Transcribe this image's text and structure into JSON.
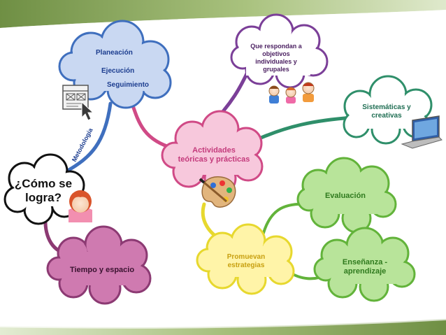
{
  "palette": {
    "frame_green": "#86a35a",
    "frame_light": "#c9d9ad",
    "cloud_blue": "#c9d8f2",
    "cloud_blue_stroke": "#3f6fbe",
    "cloud_purple_stroke": "#7b3f98",
    "cloud_teal_stroke": "#2f8f6a",
    "cloud_pink": "#f7c8dc",
    "cloud_pink_stroke": "#d04a86",
    "cloud_yellow": "#fff4a8",
    "cloud_yellow_stroke": "#e7d82e",
    "cloud_green": "#b8e49a",
    "cloud_green_stroke": "#62b33a",
    "cloud_magenta": "#cf7ab0",
    "cloud_magenta_stroke": "#8c3a73",
    "text_blue": "#1c3d8f",
    "text_pink": "#c43b7c",
    "text_green": "#2f7a1e",
    "text_olive": "#c8a010",
    "text_teal": "#1f6e53",
    "text_purple": "#4a1f60"
  },
  "nodes": {
    "center": [
      "Actividades",
      "teóricas y prácticas"
    ],
    "como": [
      "¿Cómo se",
      "logra?"
    ],
    "planeacion": "Planeación",
    "ejecucion": "Ejecución",
    "seguimiento": "Seguimiento",
    "metodologia": "Metodología",
    "objetivos": [
      "Que respondan a",
      "objetivos",
      "individuales y",
      "grupales"
    ],
    "sistematicas": [
      "Sistemáticas y",
      "creativas"
    ],
    "evaluacion": "Evaluación",
    "ensenanza": [
      "Enseñanza -",
      "aprendizaje"
    ],
    "estrategias": [
      "Promuevan",
      "estrategias"
    ],
    "tiempo": "Tiempo y espacio"
  },
  "icons": {
    "planning_sketch": "wireframe-sketch-icon",
    "pointer": "mouse-pointer-icon",
    "children": "children-group-icon",
    "laptop": "laptop-icon",
    "palette": "paint-palette-icon",
    "girl": "girl-avatar-icon"
  }
}
